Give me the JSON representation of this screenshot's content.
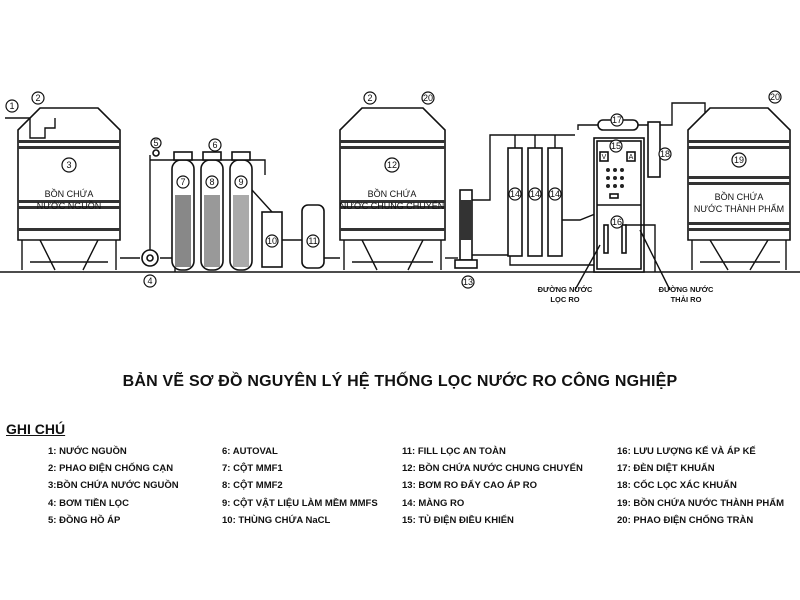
{
  "title": "BẢN VẼ SƠ ĐỒ NGUYÊN LÝ HỆ THỐNG LỌC NƯỚC RO CÔNG NGHIỆP",
  "legend_heading": "GHI CHÚ",
  "legend": [
    [
      "1: NƯỚC NGUỒN",
      "2: PHAO ĐIỆN CHỐNG CẠN",
      "3:BỒN CHỨA NƯỚC NGUỒN",
      "4: BƠM TIỀN LỌC",
      "5: ĐỒNG HỒ ÁP"
    ],
    [
      "6: AUTOVAL",
      "7: CỘT MMF1",
      "8: CỘT MMF2",
      "9: CỘT VẬT LIỆU LÀM MỀM MMFS",
      "10: THÙNG CHỨA NaCL"
    ],
    [
      "11: FILL LỌC AN TOÀN",
      "12: BỒN CHỨA NƯỚC CHUNG CHUYỂN",
      "13: BƠM RO ĐẨY CAO ÁP RO",
      "14: MÀNG RO",
      "15: TỦ ĐIỆN ĐIỀU KHIỂN"
    ],
    [
      "16: LƯU LƯỢNG KẾ VÀ ÁP KẾ",
      "17: ĐÈN DIỆT KHUẨN",
      "18: CỐC LỌC XÁC KHUẨN",
      "19: BỒN CHỨA NƯỚC THÀNH PHẨM",
      "20: PHAO ĐIỆN CHỐNG TRÀN"
    ]
  ],
  "diagram": {
    "tank1": [
      "BỒN CHỨA",
      "NƯỚC NGUỒN"
    ],
    "tank12": [
      "BỒN CHỨA",
      "NƯỚC CHUNG CHUYỂN"
    ],
    "tank19": [
      "BỒN CHỨA",
      "NƯỚC THÀNH PHẨM"
    ],
    "line_ro": [
      "ĐƯỜNG NƯỚC",
      "LỌC RO"
    ],
    "line_waste": [
      "ĐƯỜNG NƯỚC",
      "THẢI RO"
    ],
    "meter_v": "V",
    "meter_a": "A",
    "markers": [
      "1",
      "2",
      "3",
      "4",
      "5",
      "6",
      "7",
      "8",
      "9",
      "10",
      "11",
      "12",
      "13",
      "14",
      "15",
      "16",
      "17",
      "18",
      "19",
      "20"
    ]
  }
}
